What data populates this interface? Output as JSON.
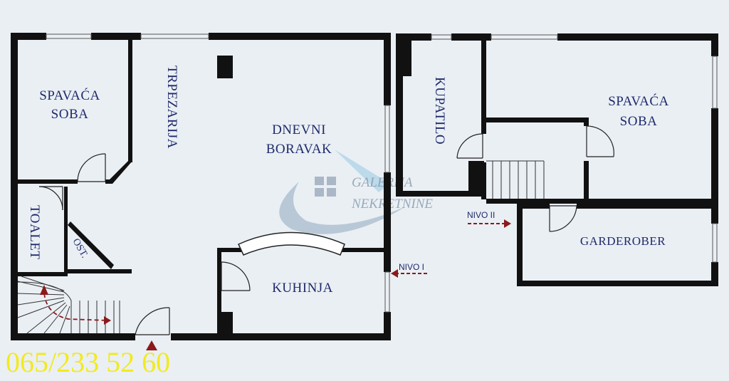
{
  "plan": {
    "rooms": {
      "bedroom_left": [
        "SPAVAĆA",
        "SOBA"
      ],
      "dining": "TRPEZARIJA",
      "living": [
        "DNEVNI",
        "BORAVAK"
      ],
      "toilet": "TOALET",
      "storage": "OST.",
      "kitchen": "KUHINJA",
      "bathroom": "KUPATILO",
      "bedroom_right": [
        "SPAVAĆA",
        "SOBA"
      ],
      "wardrobe": "GARDEROBER"
    },
    "levels": {
      "level_1": "NIVO I",
      "level_2": "NIVO II"
    },
    "watermark": [
      "GALERIJA",
      "NEKRETNINE"
    ],
    "phone": "065/233 52 60"
  },
  "colors": {
    "wall": "#111111",
    "text": "#1f2a6b",
    "arrow": "#8b1a1a",
    "phone": "#f2ea1f",
    "background": "#eaeff4"
  },
  "icons": {
    "logo": "galerija-nekretnine-logo-icon",
    "entrance": "entrance-arrow-icon"
  }
}
